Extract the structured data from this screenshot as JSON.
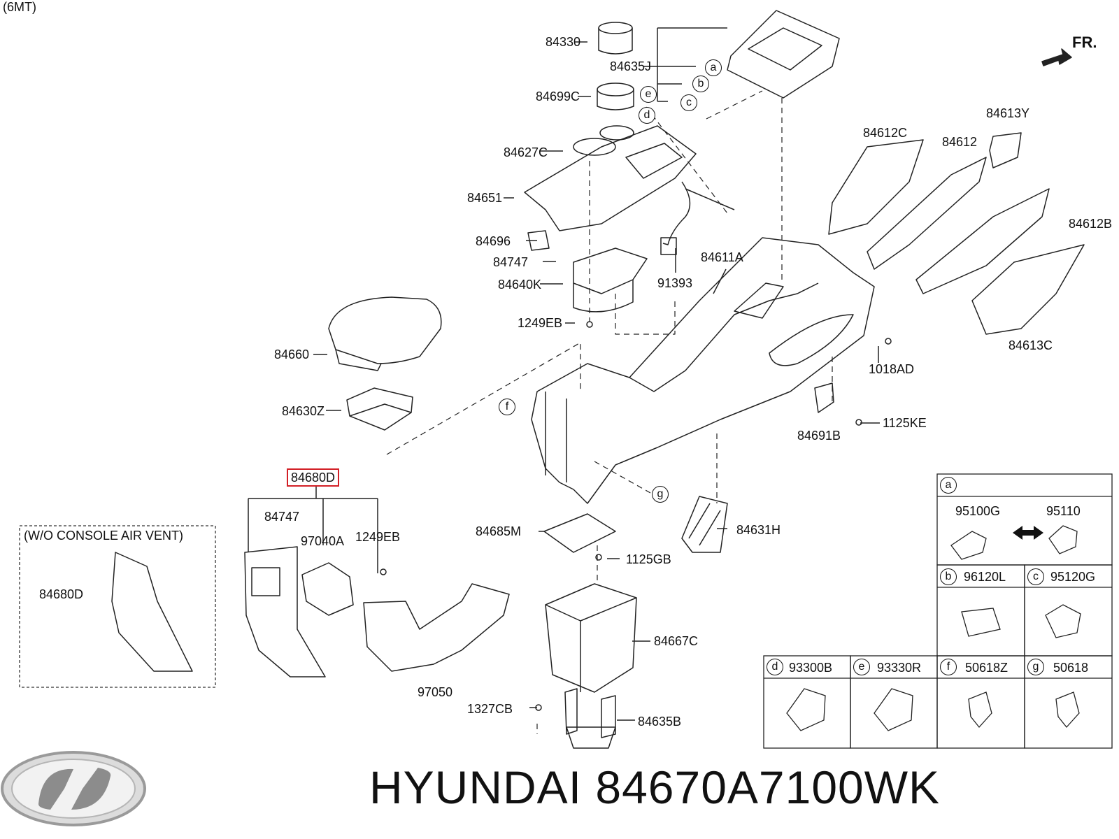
{
  "header": {
    "variant": "(6MT)",
    "direction": "FR."
  },
  "caption": "HYUNDAI 84670A7100WK",
  "wo_box": {
    "title": "(W/O CONSOLE AIR VENT)",
    "part": "84680D"
  },
  "highlighted_part": "84680D",
  "labels": {
    "p84330": "84330",
    "p84635J": "84635J",
    "p84699C": "84699C",
    "p84627C": "84627C",
    "p84651": "84651",
    "p84696": "84696",
    "p84747a": "84747",
    "p84640K": "84640K",
    "p1249EBa": "1249EB",
    "p91393": "91393",
    "p84611A": "84611A",
    "p84660": "84660",
    "p84630Z": "84630Z",
    "p84747b": "84747",
    "p97040A": "97040A",
    "p1249EBb": "1249EB",
    "p84685M": "84685M",
    "p1125GB": "1125GB",
    "p84667C": "84667C",
    "p97050": "97050",
    "p1327CB": "1327CB",
    "p84635B": "84635B",
    "p84631H": "84631H",
    "p84691B": "84691B",
    "p1125KE": "1125KE",
    "p1018AD": "1018AD",
    "p84612C": "84612C",
    "p84612": "84612",
    "p84613Y": "84613Y",
    "p84612B": "84612B",
    "p84613C": "84613C"
  },
  "callouts": {
    "a": "a",
    "b": "b",
    "c": "c",
    "d": "d",
    "e": "e",
    "f": "f",
    "g": "g"
  },
  "legend": {
    "a": {
      "letter": "a",
      "left": "95100G",
      "right": "95110"
    },
    "b": {
      "letter": "b",
      "part": "96120L"
    },
    "c": {
      "letter": "c",
      "part": "95120G"
    },
    "d": {
      "letter": "d",
      "part": "93300B"
    },
    "e": {
      "letter": "e",
      "part": "93330R"
    },
    "f": {
      "letter": "f",
      "part": "50618Z"
    },
    "g": {
      "letter": "g",
      "part": "50618"
    }
  }
}
